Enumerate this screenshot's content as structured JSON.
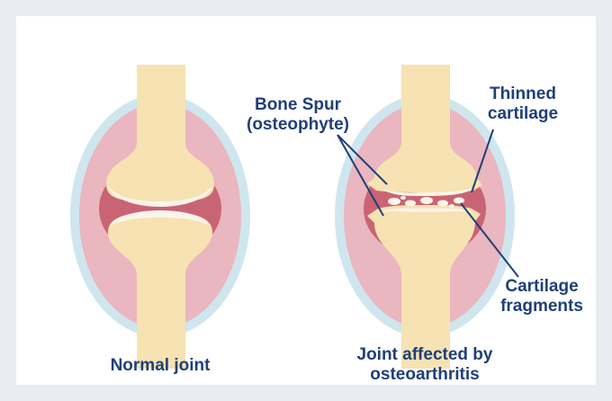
{
  "labels": {
    "normal_joint": "Normal joint",
    "affected_joint_line1": "Joint affected by",
    "affected_joint_line2": "osteoarthritis",
    "bone_spur_line1": "Bone Spur",
    "bone_spur_line2": "(osteophyte)",
    "thinned_line1": "Thinned",
    "thinned_line2": "cartilage",
    "fragments_line1": "Cartilage",
    "fragments_line2": "fragments"
  },
  "colors": {
    "background": "#e9edf2",
    "label_text": "#1f3f78",
    "bone": "#f6e2b2",
    "cartilage": "#fbf4ea",
    "synovium": "#c96474",
    "capsule": "#eab6bf",
    "membrane": "#cfe6ee",
    "leader_line": "#1f3f78"
  }
}
